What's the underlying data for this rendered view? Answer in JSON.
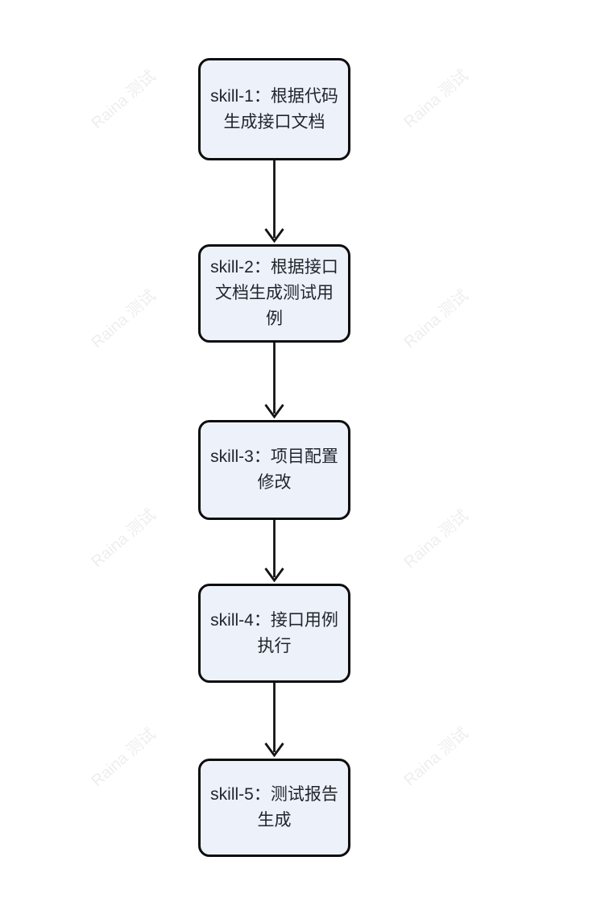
{
  "diagram": {
    "type": "flowchart",
    "direction": "top-down",
    "nodes": [
      {
        "id": "skill-1",
        "label": "skill-1：根据代码\n生成接口文档"
      },
      {
        "id": "skill-2",
        "label": "skill-2：根据接口\n文档生成测试用\n例"
      },
      {
        "id": "skill-3",
        "label": "skill-3：项目配置\n修改"
      },
      {
        "id": "skill-4",
        "label": "skill-4：接口用例\n执行"
      },
      {
        "id": "skill-5",
        "label": "skill-5：测试报告\n生成"
      }
    ],
    "edges": [
      {
        "from": "skill-1",
        "to": "skill-2"
      },
      {
        "from": "skill-2",
        "to": "skill-3"
      },
      {
        "from": "skill-3",
        "to": "skill-4"
      },
      {
        "from": "skill-4",
        "to": "skill-5"
      }
    ]
  },
  "watermark": {
    "text": "Raina 测试"
  },
  "colors": {
    "background": "#ffffff",
    "node_fill": "#edf1fa",
    "node_border": "#0d0d0d",
    "node_text": "#21262e",
    "arrow": "#141414"
  }
}
